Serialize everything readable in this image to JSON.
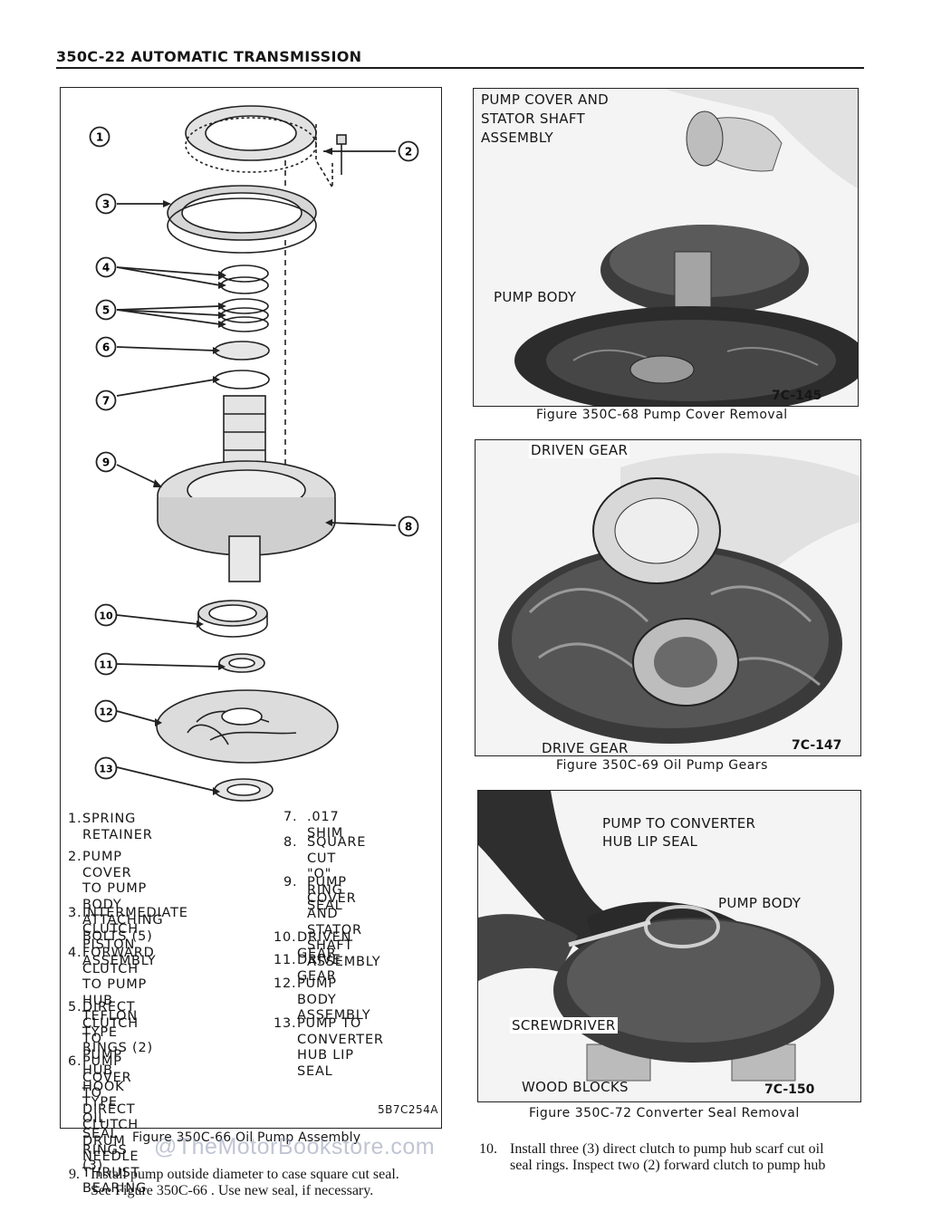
{
  "header": {
    "title": "350C-22 AUTOMATIC TRANSMISSION"
  },
  "fig66": {
    "callouts": [
      "1",
      "2",
      "3",
      "4",
      "5",
      "6",
      "7",
      "9",
      "8",
      "10",
      "11",
      "12",
      "13"
    ],
    "legend_left": [
      {
        "num": "1.",
        "text": "SPRING\nRETAINER"
      },
      {
        "num": "2.",
        "text": "PUMP COVER\nTO PUMP BODY\nATTACHING BOLTS (5)"
      },
      {
        "num": "3.",
        "text": "INTERMEDIATE CLUTCH\nPISTON ASSEMBLY"
      },
      {
        "num": "4.",
        "text": "FORWARD CLUTCH\nTO PUMP HUB TEFLON\nTYPE RINGS (2)"
      },
      {
        "num": "5.",
        "text": "DIRECT CLUTCH TO PUMP\nHUB HOOK TYPE OIL\nSEAL RINGS (3)"
      },
      {
        "num": "6.",
        "text": "PUMP COVER TO\nDIRECT CLUTCH\nDRUM NEEDLE\nTHRUST BEARING"
      }
    ],
    "legend_right": [
      {
        "num": "7.",
        "text": ".017 SHIM"
      },
      {
        "num": "8.",
        "text": "SQUARE CUT\n\"O\" RING SEAL"
      },
      {
        "num": "9.",
        "text": "PUMP COVER\nAND STATOR\nSHAFT ASSEMBLY"
      },
      {
        "num": "10.",
        "text": "DRIVEN GEAR"
      },
      {
        "num": "11.",
        "text": "DRIVE GEAR"
      },
      {
        "num": "12.",
        "text": "PUMP BODY\nASSEMBLY"
      },
      {
        "num": "13.",
        "text": "PUMP TO\nCONVERTER\nHUB LIP SEAL"
      }
    ],
    "code": "5B7C254A",
    "caption": "Figure 350C-66 Oil Pump Assembly"
  },
  "fig68": {
    "label_top": "PUMP COVER AND\nSTATOR SHAFT\nASSEMBLY",
    "label_body": "PUMP BODY",
    "tag": "7C-145",
    "caption": "Figure 350C-68 Pump Cover Removal"
  },
  "fig69": {
    "label_top": "DRIVEN GEAR",
    "label_bottom": "DRIVE GEAR",
    "tag": "7C-147",
    "caption": "Figure 350C-69 Oil Pump Gears"
  },
  "fig72": {
    "label_seal": "PUMP TO CONVERTER\nHUB LIP SEAL",
    "label_body": "PUMP BODY",
    "label_screwdriver": "SCREWDRIVER",
    "label_blocks": "WOOD BLOCKS",
    "tag": "7C-150",
    "caption": "Figure 350C-72 Converter Seal Removal"
  },
  "steps": {
    "step9_num": "9.",
    "step9_line1": "Install pump outside diameter to case square cut seal.",
    "step9_line2": "See Figure 350C-66 . Use new seal, if necessary.",
    "step10_num": "10.",
    "step10_line1": "Install three (3) direct clutch to pump hub scarf cut oil",
    "step10_line2": "seal rings. Inspect two (2) forward clutch to pump hub"
  },
  "watermark": "@TheMotorBookstore.com"
}
